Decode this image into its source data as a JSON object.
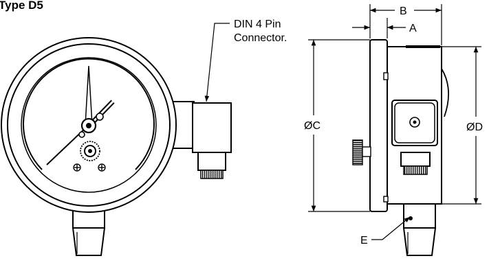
{
  "title": "Type D5",
  "connector_callout": [
    "DIN 4 Pin",
    "Connector."
  ],
  "dimensions": {
    "A": "A",
    "B": "B",
    "C": "ØC",
    "D": "ØD",
    "E": "E"
  }
}
